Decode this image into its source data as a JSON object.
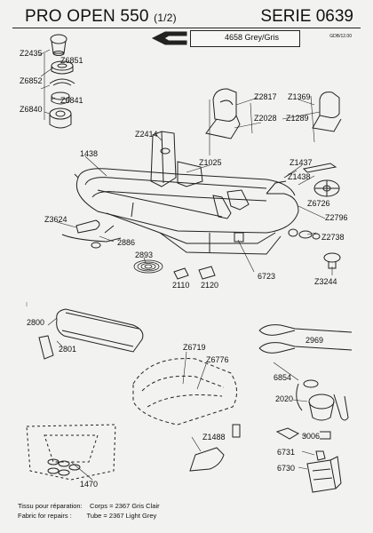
{
  "header": {
    "title": "PRO OPEN 550",
    "subtitle": "(1/2)",
    "serie": "SERIE 0639",
    "doc_code": "GDB/12.00"
  },
  "color_label": "4658 Grey/Gris",
  "parts": {
    "p_z2435": "Z2435",
    "p_z6851": "Z6851",
    "p_z6852": "Z6852",
    "p_z6841": "Z6841",
    "p_z6840": "Z6840",
    "p_z2817": "Z2817",
    "p_z1369": "Z1369",
    "p_z2028": "Z2028",
    "p_z1289": "Z1289",
    "p_z2414": "Z2414",
    "p_1438": "1438",
    "p_z1025": "Z1025",
    "p_z1437": "Z1437",
    "p_z1438": "Z1438",
    "p_z6726": "Z6726",
    "p_z2796": "Z2796",
    "p_z3624": "Z3624",
    "p_2886": "2886",
    "p_z2738": "Z2738",
    "p_2893": "2893",
    "p_2110": "2110",
    "p_2120": "2120",
    "p_6723": "6723",
    "p_z3244": "Z3244",
    "p_2800": "2800",
    "p_2801": "2801",
    "p_2969": "2969",
    "p_z6719": "Z6719",
    "p_z6776": "Z6776",
    "p_6854": "6854",
    "p_2020": "2020",
    "p_3006": "3006",
    "p_z1488": "Z1488",
    "p_6731": "6731",
    "p_6730": "6730",
    "p_1470": "1470"
  },
  "footer": {
    "line1_label": "Tissu pour réparation:",
    "line1_value": "Corps = 2367 Gris Clair",
    "line2_label": "Fabric for repairs :",
    "line2_value": "Tube = 2367 Light Grey"
  }
}
